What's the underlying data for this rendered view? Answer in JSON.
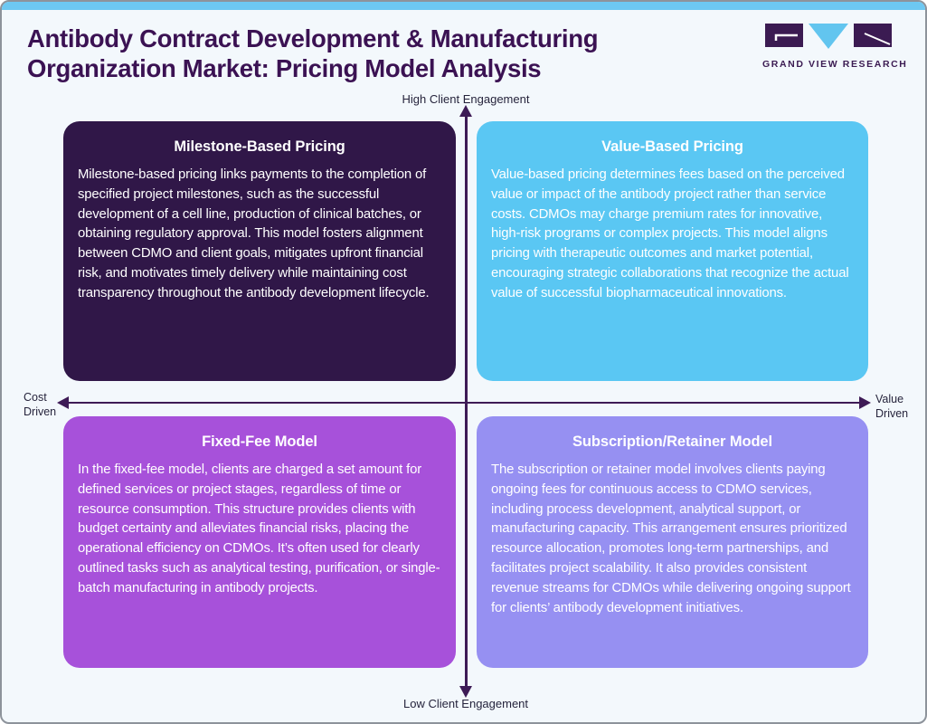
{
  "header": {
    "title": "Antibody Contract Development & Manufacturing Organization Market: Pricing Model Analysis",
    "logo_text": "GRAND VIEW RESEARCH"
  },
  "axes": {
    "top_label": "High Client Engagement",
    "bottom_label": "Low Client Engagement",
    "left_label": "Cost Driven",
    "right_label": "Value Driven"
  },
  "quadrants": [
    {
      "id": "milestone-based-pricing",
      "position": "top-left",
      "title": "Milestone-Based Pricing",
      "body": "Milestone-based pricing links payments to the completion of specified project milestones, such as the successful development of a cell line, production of clinical batches, or obtaining regulatory approval. This model fosters alignment between CDMO and client goals, mitigates upfront financial risk, and motivates timely delivery while maintaining cost transparency throughout the antibody development lifecycle.",
      "color": "#301748"
    },
    {
      "id": "value-based-pricing",
      "position": "top-right",
      "title": "Value-Based Pricing",
      "body": "Value-based pricing determines fees based on the perceived value or impact of the antibody project rather than service costs. CDMOs may charge premium rates for innovative, high-risk programs or complex projects. This model aligns pricing with therapeutic outcomes and market potential, encouraging strategic collaborations that recognize the actual value of successful biopharmaceutical innovations.",
      "color": "#5ac7f3"
    },
    {
      "id": "fixed-fee-model",
      "position": "bottom-left",
      "title": "Fixed-Fee Model",
      "body": "In the fixed-fee model, clients are charged a set amount for defined services or project stages, regardless of time or resource consumption. This structure provides clients with budget certainty and alleviates financial risks, placing the operational efficiency on CDMOs. It’s often used for clearly outlined tasks such as analytical testing, purification, or single-batch manufacturing in antibody projects.",
      "color": "#a751da"
    },
    {
      "id": "subscription-retainer-model",
      "position": "bottom-right",
      "title": "Subscription/Retainer Model",
      "body": "The subscription or retainer model involves clients paying ongoing fees for continuous access to CDMO services, including process development, analytical support, or manufacturing capacity. This arrangement ensures prioritized resource allocation, promotes long-term partnerships, and facilitates project scalability. It also provides consistent revenue streams for CDMOs while delivering ongoing support for clients’ antibody development initiatives.",
      "color": "#9690f2"
    }
  ],
  "colors": {
    "accent_bar": "#6dc8f2",
    "title_text": "#3b1253",
    "axis": "#3e1b56",
    "background": "#f3f8fc",
    "frame_border": "#8d939b",
    "quadrant_text": "#ffffff",
    "logo_purple": "#3b1b52",
    "logo_blue": "#62c5ef"
  }
}
